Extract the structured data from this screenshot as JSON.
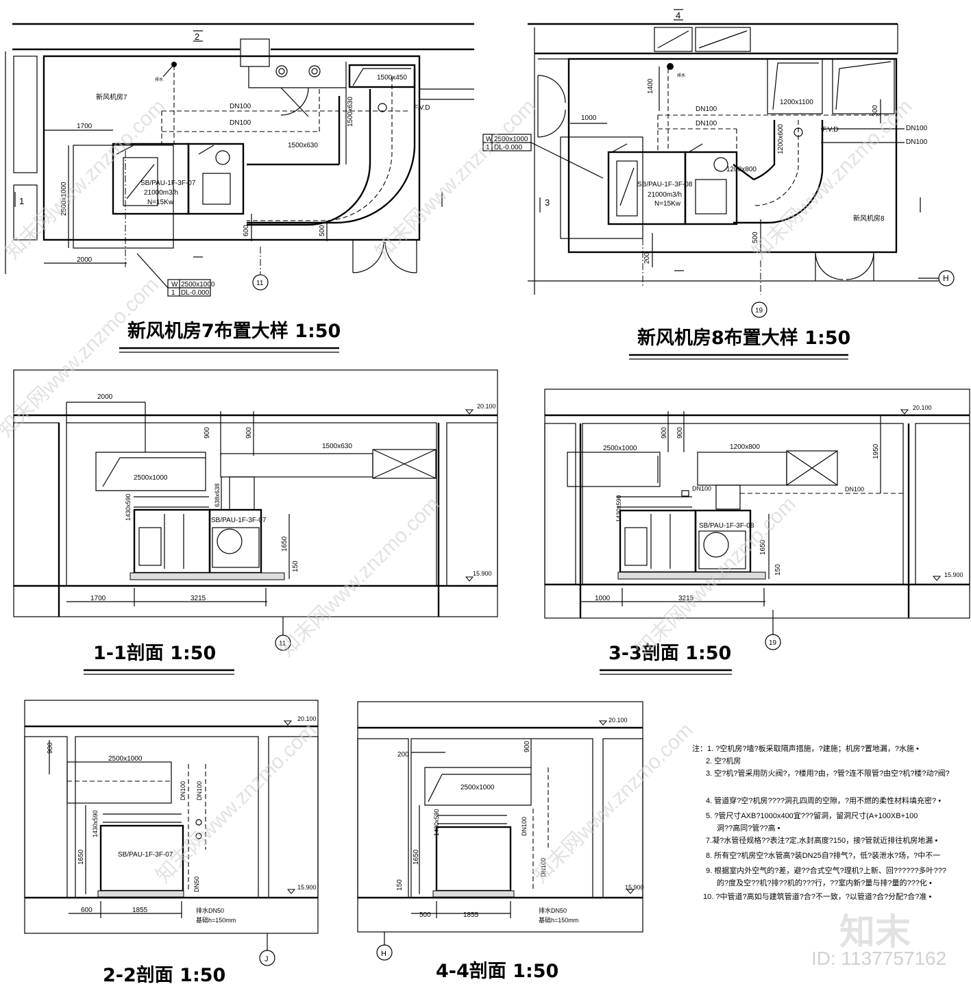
{
  "drawings": {
    "plan7": {
      "title": "新风机房7布置大样  1:50",
      "room_label": "新风机房7",
      "unit_tag": "SB/PAU-1F-3F-07",
      "flow": "21000m3/h",
      "power": "N=15Kw",
      "pipe1": "DN100",
      "pipe2": "DN100",
      "duct_top": "1500x450",
      "duct_main": "1500x630",
      "duct_vert": "1500x630",
      "fvd": "F.V.D",
      "base_dim": "2500x1000",
      "dim_1700": "1700",
      "dim_2000": "2000",
      "dim_600": "600",
      "dim_500": "500",
      "tag_w": "W",
      "tag_w_val": "2500x1000",
      "tag_1": "1",
      "tag_dl": "DL-0.000",
      "axis": "11",
      "sec_1": "1",
      "sec_2": "2",
      "small_label": "排水"
    },
    "plan8": {
      "title": "新风机房8布置大样  1:50",
      "room_label": "新风机房8",
      "unit_tag": "SB/PAU-1F-3F-08",
      "flow": "21000m3/h",
      "power": "N=15Kw",
      "pipe1": "DN100",
      "pipe2": "DN100",
      "duct_top": "1200x1100",
      "duct_vert": "1200x600",
      "duct_main": "1200x800",
      "fvd": "F.V.D",
      "dn_right1": "DN100",
      "dn_right2": "DN100",
      "dim_1400": "1400",
      "dim_1000": "1000",
      "dim_300": "300",
      "dim_500": "500",
      "dim_200": "200",
      "tag_w": "W",
      "tag_w_val": "2500x1000",
      "tag_1": "1",
      "tag_dl": "DL-0.000",
      "axis": "19",
      "axis_h": "H",
      "sec_3": "3",
      "sec_4": "4",
      "small_label": "排水"
    },
    "sec11": {
      "title": "1-1剖面  1:50",
      "elev_top": "20.100",
      "elev_bot": "15.900",
      "dim_2000": "2000",
      "dim_900a": "900",
      "dim_900b": "900",
      "duct": "1500x630",
      "hood": "2500x1000",
      "dim_1430": "1430x590",
      "dim_638": "638x638",
      "unit_tag": "SB/PAU-1F-3F-07",
      "dim_1650": "1650",
      "dim_150": "150",
      "dim_1700": "1700",
      "dim_3215": "3215",
      "axis": "11"
    },
    "sec33": {
      "title": "3-3剖面  1:50",
      "elev_top": "20.100",
      "elev_bot": "15.900",
      "dim_900a": "900",
      "dim_900b": "900",
      "hood": "2500x1000",
      "duct": "1200x800",
      "dim_1950": "1950",
      "dn1": "DN100",
      "dn2": "DN100",
      "dim_1430": "1430x590",
      "unit_tag": "SB/PAU-1F-3F-08",
      "dim_1650": "1650",
      "dim_150": "150",
      "dim_1000": "1000",
      "dim_3215": "3215",
      "axis": "19"
    },
    "sec22": {
      "title": "2-2剖面  1:50",
      "elev_top": "20.100",
      "elev_bot": "15.900",
      "dim_900": "900",
      "hood": "2500x1000",
      "dim_1430": "1430x590",
      "unit_tag": "SB/PAU-1F-3F-07",
      "dim_1650": "1650",
      "dn1": "DN100",
      "dn2": "DN100",
      "dn50": "DN50",
      "drain": "排水DN50",
      "base_h": "基础h=150mm",
      "dim_600": "600",
      "dim_1855": "1855",
      "axis": "J"
    },
    "sec44": {
      "title": "4-4剖面  1:50",
      "elev_top": "20.100",
      "elev_bot": "15.900",
      "dim_200": "200",
      "dim_900": "900",
      "hood": "2500x1000",
      "dim_1430": "1430x590",
      "dim_1650": "1650",
      "dim_150": "150",
      "dn1": "DN100",
      "dn2": "DN100",
      "drain": "排水DN50",
      "base_h": "基础h=150mm",
      "dim_500": "500",
      "dim_1855": "1855",
      "axis": "H"
    }
  },
  "notes": {
    "items": [
      "注：1. ?空机房?墙?板采取隔声措施，?建施；机房?置地漏，?水施 •",
      "2. 空?机房",
      "3. 空?机?管采用防火阀?，?楼用?由，?管?连不限管?由空?机?楼?动?阀?",
      "4. 管道穿?空?机房????洞孔四周的空隙，?用不燃的柔性材料填充密? •",
      "5. ?管尺寸AXB?1000x400宜???留洞，留洞尺寸(A+100XB+100",
      "洞??高同?管??高 •",
      "7.凝?水管径规格??表注?定,水封高度?150，接?管就近排往机房地漏 •",
      "8. 所有空?机房空?水管高?装DN25自?排气?，低?装泄水?场，?中不一",
      "9. 根据室内外空气的?差，避??合式空气?理机?上新、回??????多叶???",
      "的?度及空??机?排??机的???行，??室内新?量与排?量的???化 •",
      "10. ?中管道?高如与建筑管道?合?不一致，?以管道?合?分配?合?准 •"
    ]
  },
  "watermark": {
    "site": "知末网www.znzmo.com",
    "logo": "知末",
    "id": "ID: 1137757162"
  }
}
